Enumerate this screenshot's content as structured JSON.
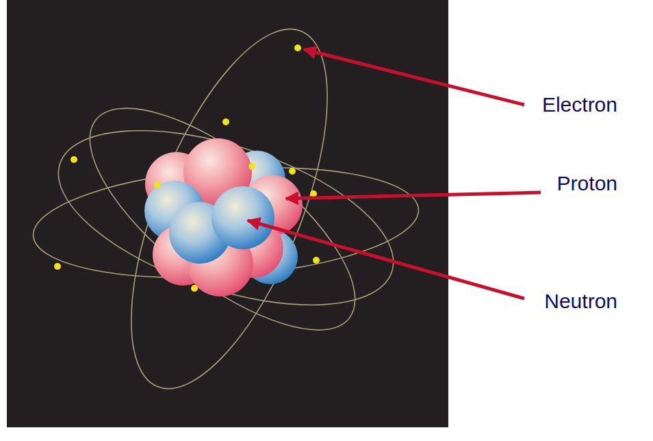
{
  "diagram": {
    "labels": [
      "Electron",
      "Proton",
      "Neutron"
    ]
  }
}
